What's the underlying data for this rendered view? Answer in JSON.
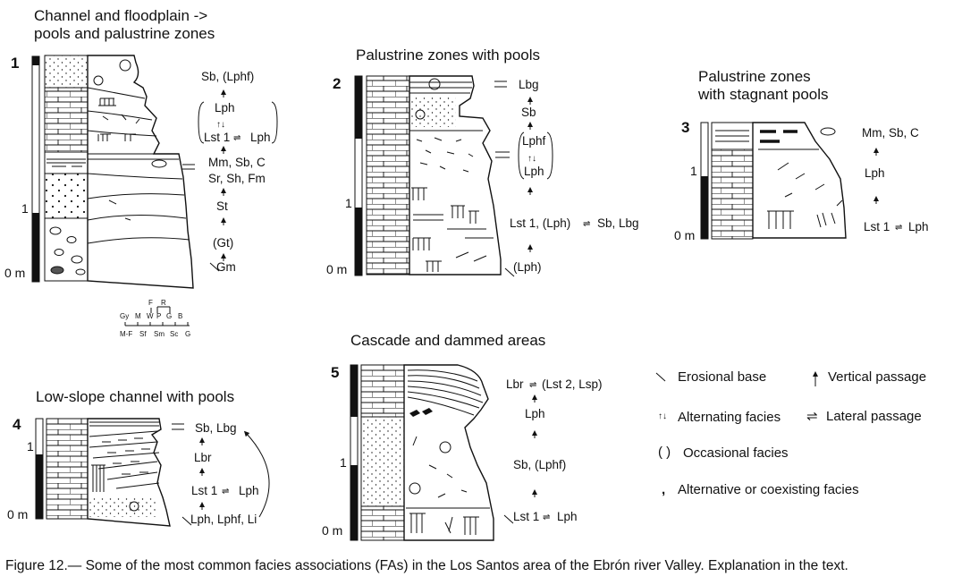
{
  "caption": "Figure 12.— Some of the most common facies associations (FAs) in the Los Santos area of the Ebrón river Valley. Explanation in the text.",
  "sections": [
    {
      "number": "1",
      "title_lines": [
        "Channel and floodplain ->",
        "pools and palustrine zones"
      ],
      "scale": [
        "1",
        "0 m"
      ],
      "facies": [
        "Sb, (Lphf)",
        "Lph",
        "Lst 1",
        "Lph",
        "Mm, Sb, C",
        "Sr, Sh, Fm",
        "St",
        "(Gt)",
        "Gm"
      ]
    },
    {
      "number": "2",
      "title_lines": [
        "Palustrine zones with pools"
      ],
      "scale": [
        "1",
        "0 m"
      ],
      "facies": [
        "Lbg",
        "Sb",
        "Lphf",
        "Lph",
        "Lst 1, (Lph)",
        "Sb, Lbg",
        "(Lph)"
      ]
    },
    {
      "number": "3",
      "title_lines": [
        "Palustrine zones",
        "with stagnant pools"
      ],
      "scale": [
        "1",
        "0 m"
      ],
      "facies": [
        "Mm, Sb, C",
        "Lph",
        "Lst 1",
        "Lph"
      ]
    },
    {
      "number": "4",
      "title_lines": [
        "Low-slope channel with pools"
      ],
      "scale": [
        "1",
        "0 m"
      ],
      "facies": [
        "Sb, Lbg",
        "Lbr",
        "Lst 1",
        "Lph",
        "Lph, Lphf, Li"
      ]
    },
    {
      "number": "5",
      "title_lines": [
        "Cascade and dammed areas"
      ],
      "scale": [
        "1",
        "0 m"
      ],
      "facies": [
        "Lbr",
        "(Lst 2, Lsp)",
        "Lph",
        "Sb, (Lphf)",
        "Lst 1",
        "Lph"
      ]
    }
  ],
  "grain_scale": {
    "upper": [
      "F",
      "R"
    ],
    "middle": [
      "Gy",
      "M",
      "W",
      "P",
      "G",
      "B"
    ],
    "lower": [
      "M-F",
      "Sf",
      "Sm",
      "Sc",
      "G"
    ]
  },
  "legend": [
    {
      "symbol": "erosional-base",
      "label": "Erosional base"
    },
    {
      "symbol": "vertical-passage",
      "label": "Vertical passage"
    },
    {
      "symbol": "alternating-facies",
      "label": "Alternating facies"
    },
    {
      "symbol": "lateral-passage",
      "label": "Lateral passage"
    },
    {
      "symbol": "( )",
      "label": "Occasional facies"
    },
    {
      "symbol": ",",
      "label": "Alternative or coexisting facies"
    }
  ]
}
